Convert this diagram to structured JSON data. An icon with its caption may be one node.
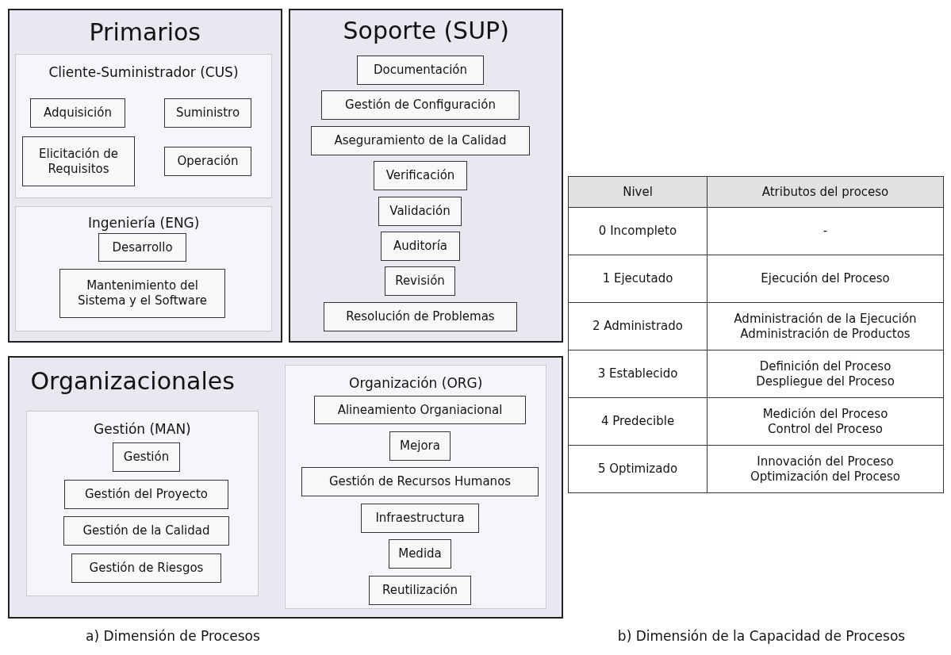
{
  "diagram": {
    "nodes": [
      {
        "text": [
          "Primarios"
        ]
      },
      {
        "text": [
          "Cliente-Suministrador (CUS)"
        ],
        "in": 0
      },
      {
        "text": [
          "Adquisición"
        ],
        "in": 1
      },
      {
        "text": [
          "Suministro"
        ],
        "in": 1
      },
      {
        "text": [
          "Elicitación de Requisitos"
        ],
        "in": 1
      },
      {
        "text": [
          "Operación"
        ],
        "in": 1
      },
      {
        "text": [
          "Ingeniería (ENG)"
        ],
        "in": 0
      },
      {
        "text": [
          "Desarrollo"
        ],
        "in": 6
      },
      {
        "text": [
          "Mantenimiento del Sistema y el Software"
        ],
        "in": 6
      },
      {
        "text": [
          "Soporte (SUP)"
        ]
      },
      {
        "text": [
          "Documentación"
        ],
        "in": 9
      },
      {
        "text": [
          "Gestión de Configuración"
        ],
        "in": 9
      },
      {
        "text": [
          "Aseguramiento de la Calidad"
        ],
        "in": 9
      },
      {
        "text": [
          "Verificación"
        ],
        "in": 9
      },
      {
        "text": [
          "Validación"
        ],
        "in": 9
      },
      {
        "text": [
          "Auditoría"
        ],
        "in": 9
      },
      {
        "text": [
          "Revisión"
        ],
        "in": 9
      },
      {
        "text": [
          "Resolución de Problemas"
        ],
        "in": 9
      },
      {
        "text": [
          "Organizacionales"
        ]
      },
      {
        "text": [
          "Gestión (MAN)"
        ],
        "in": 18
      },
      {
        "text": [
          "Gestión"
        ],
        "in": 19
      },
      {
        "text": [
          "Gestión del Proyecto"
        ],
        "in": 19
      },
      {
        "text": [
          "Gestión de la Calidad"
        ],
        "in": 19
      },
      {
        "text": [
          "Gestión de Riesgos"
        ],
        "in": 19
      },
      {
        "text": [
          "Organización (ORG)"
        ],
        "in": 18
      },
      {
        "text": [
          "Alineamiento Organiacional"
        ],
        "in": 24
      },
      {
        "text": [
          "Mejora"
        ],
        "in": 24
      },
      {
        "text": [
          "Gestión de Recursos Humanos"
        ],
        "in": 24
      },
      {
        "text": [
          "Infraestructura"
        ],
        "in": 24
      },
      {
        "text": [
          "Medida"
        ],
        "in": 24
      },
      {
        "text": [
          "Reutilización"
        ],
        "in": 24
      }
    ],
    "labels": [
      "Nivel",
      "Atributos del proceso",
      "0 Incompleto",
      "-",
      "1 Ejecutado",
      "Ejecución del Proceso",
      "2 Administrado",
      "Administración de la Ejecución Administración de Productos",
      "3 Establecido",
      "Definición del Proceso Despliegue del Proceso",
      "4 Predecible",
      "Medición del Proceso Control del Proceso",
      "5 Optimizado",
      "Innovación del Proceso Optimización del Proceso",
      "a) Dimensión de Procesos",
      "b) Dimensión de la Capacidad de Procesos"
    ]
  }
}
